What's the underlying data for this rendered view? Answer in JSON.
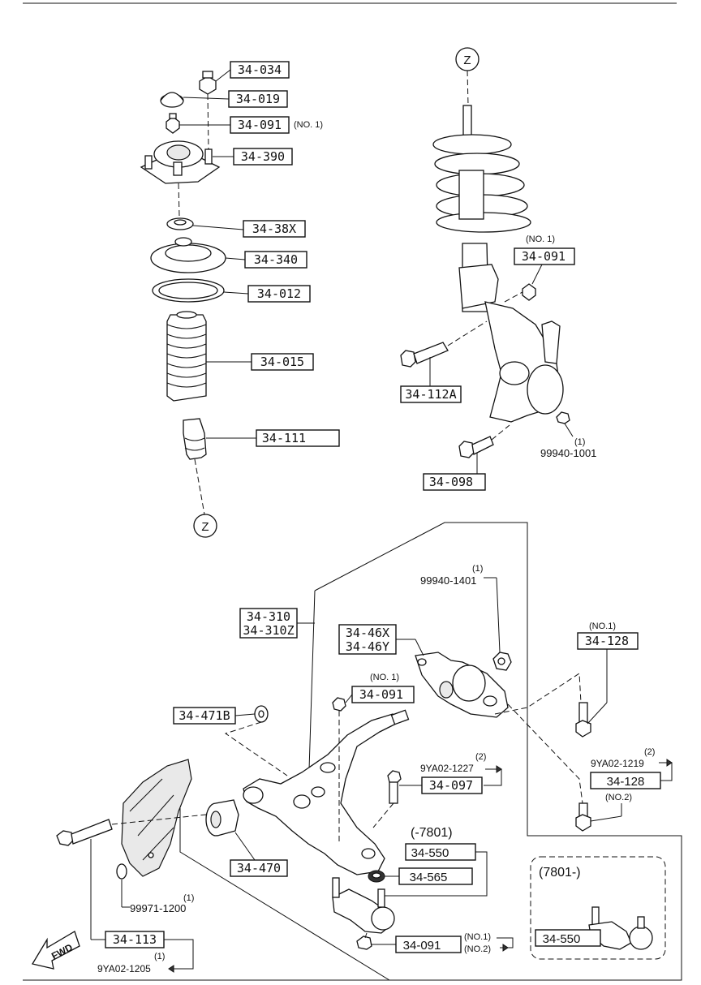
{
  "labels": {
    "p34034": "34-034",
    "p34019": "34-019",
    "p34091_top": "34-091",
    "no1_top": "(NO. 1)",
    "p34390": "34-390",
    "p3438x": "34-38X",
    "p34340": "34-340",
    "p34012": "34-012",
    "p34015": "34-015",
    "p34111": "34-111",
    "z_top": "Z",
    "z_bottom": "Z",
    "no1_strut": "(NO. 1)",
    "p34091_strut": "34-091",
    "p34112a": "34-112A",
    "qty1_strut": "(1)",
    "p99940_1001": "99940-1001",
    "p34098": "34-098",
    "qty1_1401": "(1)",
    "p99940_1401": "99940-1401",
    "p34310": "34-310",
    "p34310z": "34-310Z",
    "p3446x": "34-46X",
    "p3446y": "34-46Y",
    "no1_bolt": "(NO.1)",
    "p34128_a": "34-128",
    "no1_arm": "(NO. 1)",
    "p34091_arm": "34-091",
    "p34471b": "34-471B",
    "qty2_1227": "(2)",
    "p9ya02_1227": "9YA02-1227",
    "p34097": "34-097",
    "qty2_1219": "(2)",
    "p9ya02_1219": "9YA02-1219",
    "p34128_b": "34-128",
    "no2_bolt": "(NO.2)",
    "range_7801": "(-7801)",
    "p34550_a": "34-550",
    "p34565": "34-565",
    "p34470": "34-470",
    "qty1_1200": "(1)",
    "p99971_1200": "99971-1200",
    "p34113": "34-113",
    "qty1_1205": "(1)",
    "p9ya02_1205": "9YA02-1205",
    "p34091_ball": "34-091",
    "no1_ball": "(NO.1)",
    "no2_ball": "(NO.2)",
    "range_7801_plus": "(7801-)",
    "p34550_b": "34-550",
    "fwd": "FWD"
  }
}
